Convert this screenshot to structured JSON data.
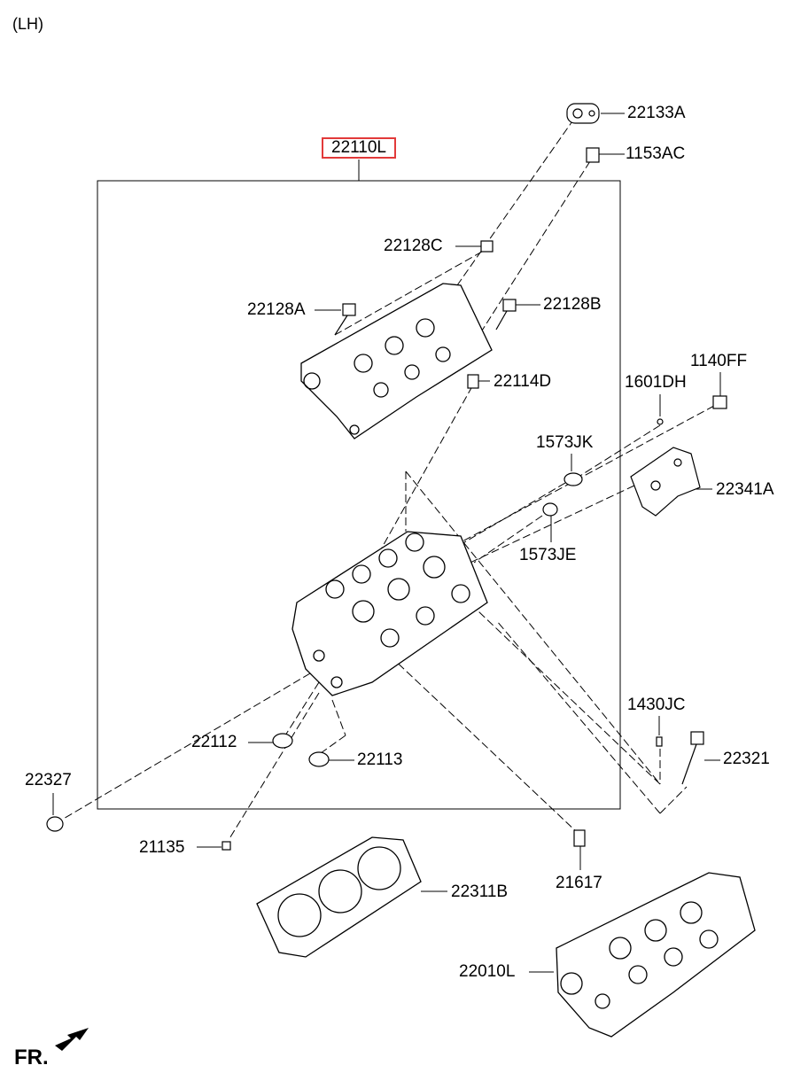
{
  "header": {
    "side_marker": "(LH)"
  },
  "assembly": {
    "selected_part": "22110L"
  },
  "labels": {
    "p22133A": "22133A",
    "p1153AC": "1153AC",
    "p22128C": "22128C",
    "p22128A": "22128A",
    "p22128B": "22128B",
    "p22114D": "22114D",
    "p1140FF": "1140FF",
    "p1601DH": "1601DH",
    "p1573JK": "1573JK",
    "p22341A": "22341A",
    "p1573JE": "1573JE",
    "p22112": "22112",
    "p22113": "22113",
    "p22327": "22327",
    "p1430JC": "1430JC",
    "p22321": "22321",
    "p21135": "21135",
    "p21617": "21617",
    "p22311B": "22311B",
    "p22010L": "22010L"
  },
  "footer": {
    "direction": "FR."
  },
  "colors": {
    "highlight": "#e23a3a",
    "ink": "#000000"
  }
}
